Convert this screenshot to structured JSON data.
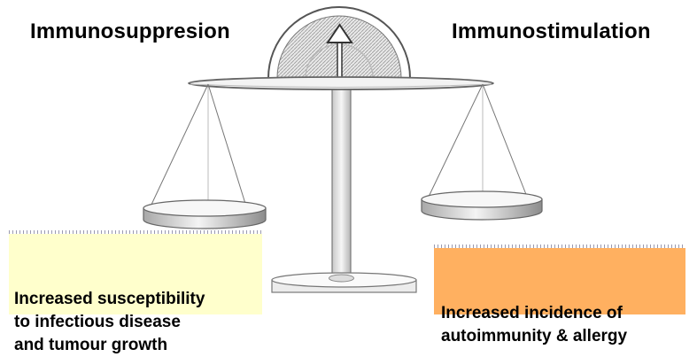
{
  "headings": {
    "left": "Immunosuppresion",
    "right": "Immunostimulation"
  },
  "captions": {
    "left": "Increased susceptibility\nto infectious disease\nand tumour growth",
    "right": "Increased incidence of\nautoimmunity & allergy"
  },
  "colors": {
    "left_caption_background": "#ffffcc",
    "right_caption_background": "#ffb060"
  }
}
